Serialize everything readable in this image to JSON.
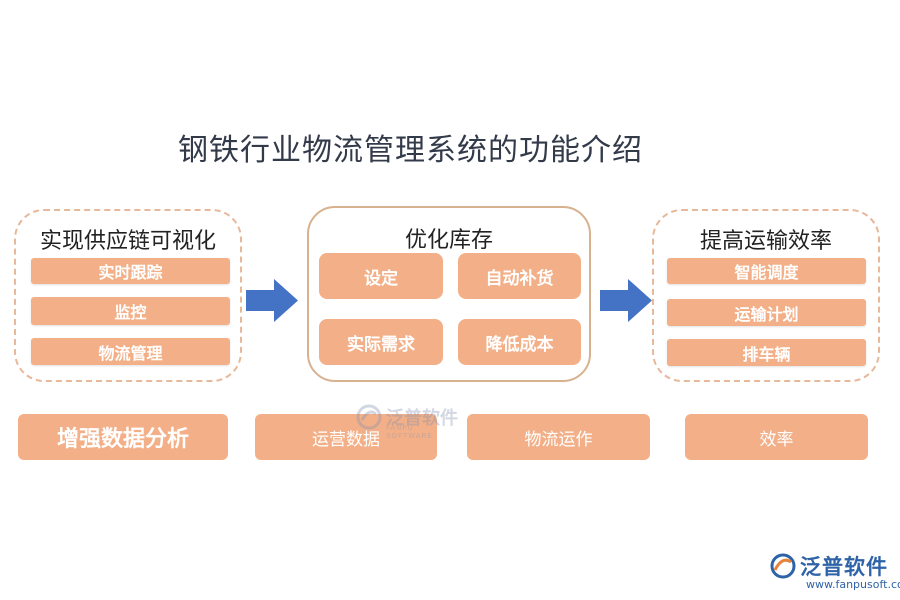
{
  "title": "钢铁行业物流管理系统的功能介绍",
  "left_group": {
    "title": "实现供应链可视化",
    "items": [
      "实时跟踪",
      "监控",
      "物流管理"
    ]
  },
  "center_group": {
    "title": "优化库存",
    "items": [
      "设定",
      "自动补货",
      "实际需求",
      "降低成本"
    ]
  },
  "right_group": {
    "title": "提高运输效率",
    "items": [
      "智能调度",
      "运输计划",
      "排车辆"
    ]
  },
  "bottom_row": [
    "增强数据分析",
    "运营数据",
    "物流运作",
    "效率"
  ],
  "watermark": {
    "text": "泛普软件",
    "subtext": "FANPU SOFTWARE"
  },
  "brand": {
    "name": "泛普软件",
    "url": "www.fanpusoft.com"
  },
  "colors": {
    "box_fill": "#f3b088",
    "arrow": "#4472c4",
    "dashed_border": "#e7b89a",
    "brand_blue": "#2f63a8"
  }
}
